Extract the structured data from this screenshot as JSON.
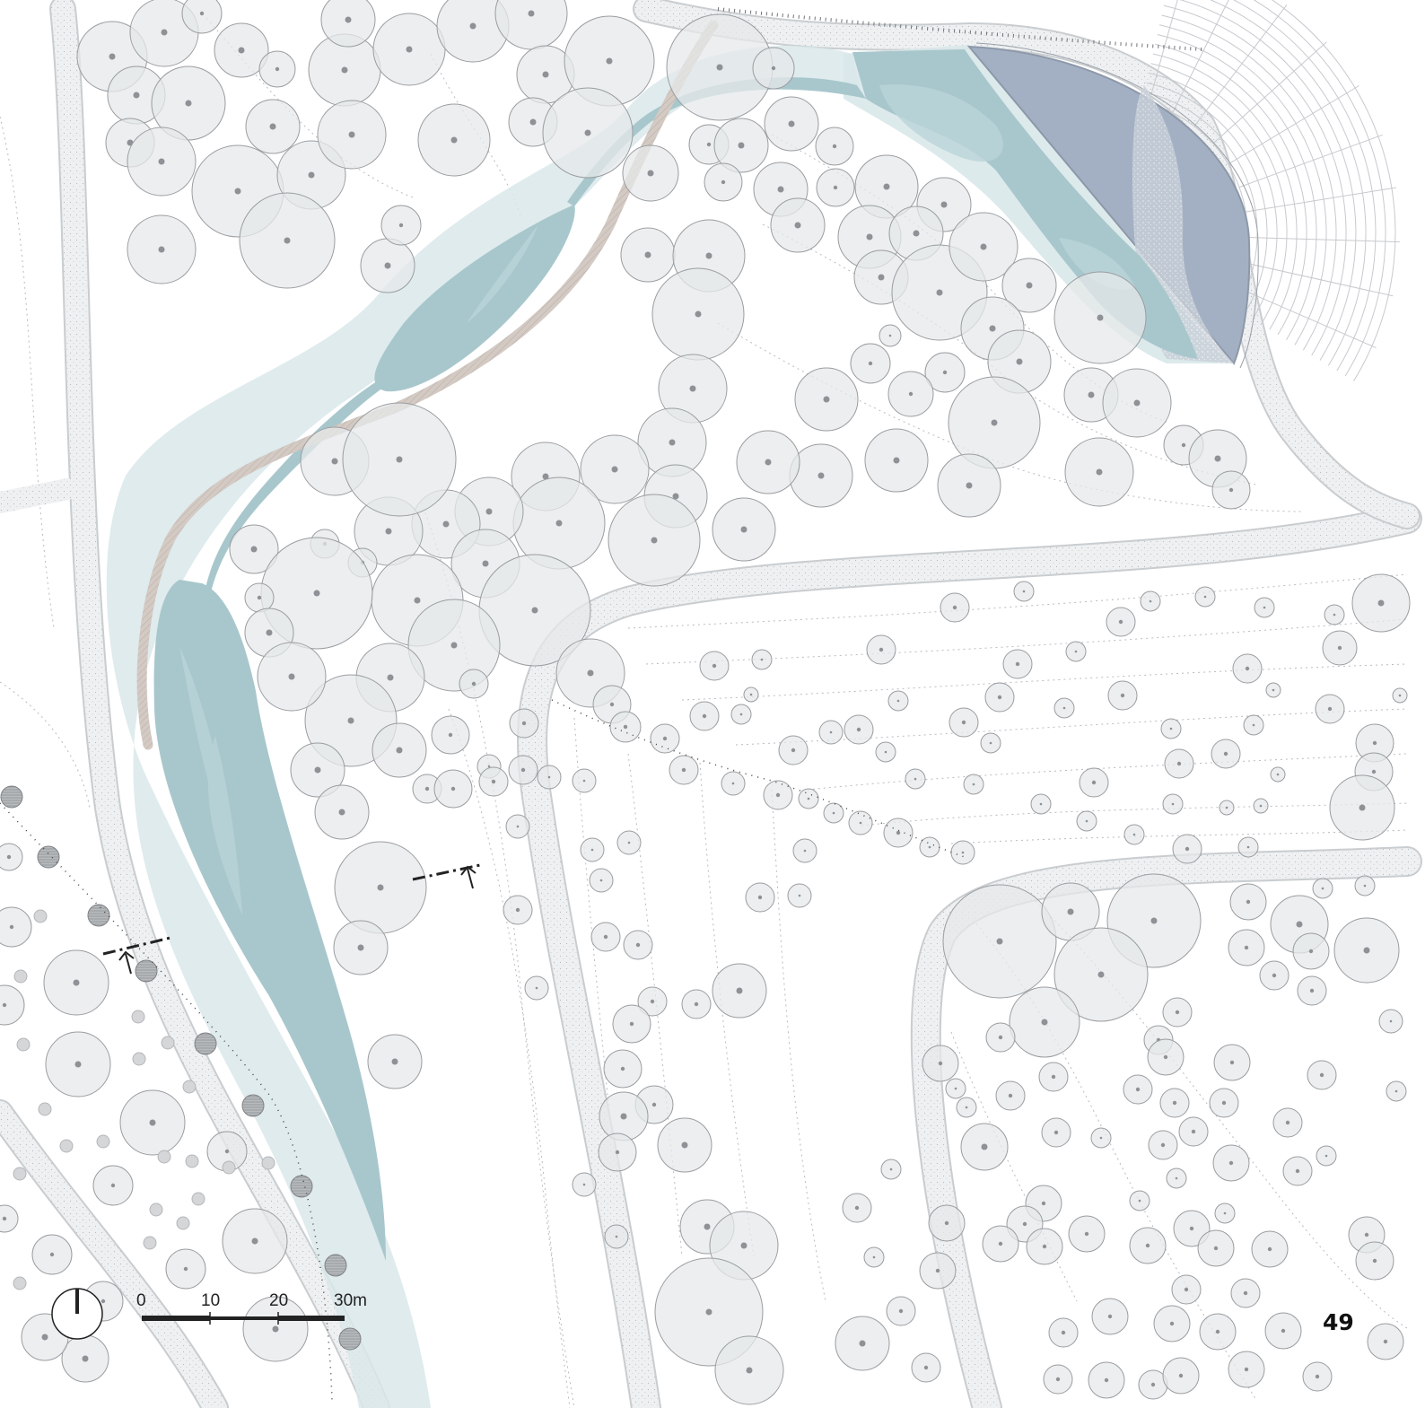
{
  "plan": {
    "scale_bar": {
      "labels": [
        "0",
        "10",
        "20",
        "30m"
      ],
      "segments": [
        "0-10",
        "10-20",
        "20-30"
      ]
    },
    "north_arrow": {
      "icon": "north-arrow-icon"
    },
    "page_number": "49",
    "section_markers": 2
  },
  "colors": {
    "water": "#a8c7cc",
    "water_edge": "#d8e8ea",
    "pond": "#a3b0c4",
    "tree_fill": "#e6e8ea",
    "tree_stroke": "#9a9da1",
    "path": "#eceeef",
    "boardwalk": "#d4cac4",
    "contour": "#b0b4b8"
  }
}
